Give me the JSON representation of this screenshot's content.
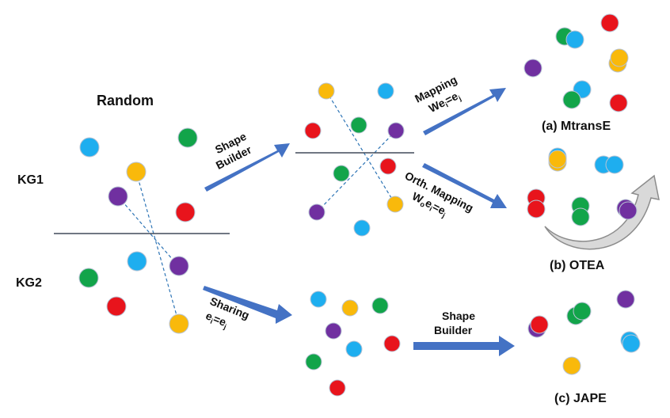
{
  "colors": {
    "blue": "#1EAEEF",
    "green": "#12A44A",
    "red": "#E8141C",
    "purple": "#7030A0",
    "yellow": "#F9B90B",
    "arrow": "#4472C4",
    "dash": "#2E75B6",
    "line": "#404A5A",
    "curve_fill": "#D9D9D9",
    "curve_stroke": "#8C8C8C"
  },
  "labels": {
    "random": "Random",
    "kg1": "KG1",
    "kg2": "KG2",
    "shape_builder_1": "Shape",
    "shape_builder_2": "Builder",
    "mapping": "Mapping",
    "mapping_eq_prefix": "We",
    "mapping_eq_sub_i": "i",
    "mapping_eq_mid": "=e",
    "mapping_eq_sub_j": "j",
    "orth_mapping": "Orth. Mapping",
    "orth_eq_prefix": "W",
    "orth_eq_sub_o": "o",
    "orth_eq_mid": "e",
    "orth_eq_sub_i": "i",
    "orth_eq_eq": "=e",
    "orth_eq_sub_j": "j",
    "sharing": "Sharing",
    "sharing_eq_prefix": "e",
    "sharing_eq_sub_i": "i",
    "sharing_eq_mid": "=e",
    "sharing_eq_sub_j": "j",
    "shape_builder_3": "Shape",
    "shape_builder_4": "Builder",
    "method_a": "(a) MtransE",
    "method_b": "(b) OTEA",
    "method_c": "(c) JAPE"
  }
}
